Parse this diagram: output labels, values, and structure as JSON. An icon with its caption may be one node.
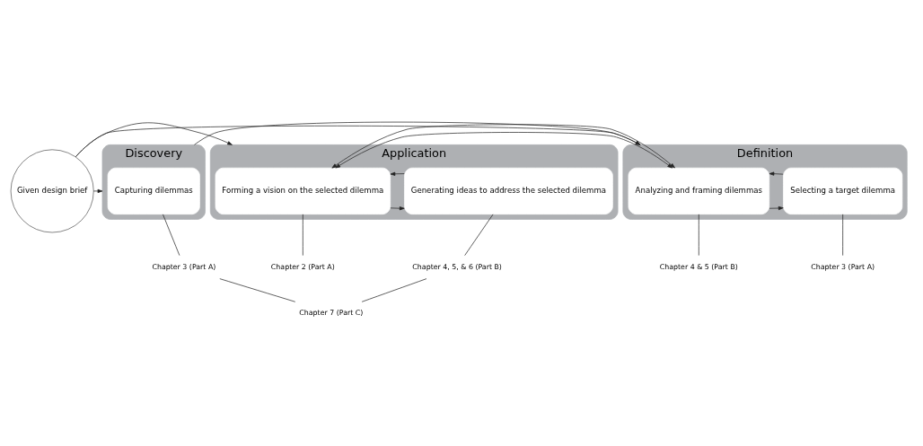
{
  "diagram": {
    "nodes": [
      {
        "text": [
          "Given design brief"
        ]
      },
      {
        "text": [
          "Discovery"
        ]
      },
      {
        "text": [
          "Capturing dilemmas"
        ],
        "in": 1
      },
      {
        "text": [
          "Definition"
        ]
      },
      {
        "text": [
          "Analyzing and framing dilemmas"
        ],
        "in": 3
      },
      {
        "text": [
          "Selecting a target dilemma"
        ],
        "in": 3
      },
      {
        "text": [
          "Application"
        ]
      },
      {
        "text": [
          "Forming a vision on the selected dilemma"
        ],
        "in": 6
      },
      {
        "text": [
          "Generating ideas to address the selected dilemma"
        ],
        "in": 6
      },
      {
        "text": [
          "Chapter 3 (Part A)"
        ]
      },
      {
        "text": [
          "Chapter 4 & 5 (Part B)"
        ]
      },
      {
        "text": [
          "Chapter 3 (Part A)"
        ]
      },
      {
        "text": [
          "Chapter 2 (Part A)"
        ]
      },
      {
        "text": [
          "Chapter 4, 5, & 6 (Part B)"
        ]
      },
      {
        "text": [
          "Chapter 7 (Part C)"
        ]
      }
    ],
    "edges": [
      {
        "from": 0,
        "to": 1,
        "arrow": "to"
      },
      {
        "from": 0,
        "to": 3,
        "arrow": "to"
      },
      {
        "from": 0,
        "to": 6,
        "arrow": "to"
      },
      {
        "from": 1,
        "to": 3,
        "arrow": "to"
      },
      {
        "from": 4,
        "to": 5,
        "arrow": "to"
      },
      {
        "from": 5,
        "to": 4,
        "arrow": "to"
      },
      {
        "from": 3,
        "to": 6,
        "arrow": "both"
      },
      {
        "from": 7,
        "to": 8,
        "arrow": "to"
      },
      {
        "from": 8,
        "to": 7,
        "arrow": "to"
      },
      {
        "from": 2,
        "to": 9,
        "arrow": "none"
      },
      {
        "from": 4,
        "to": 10,
        "arrow": "none"
      },
      {
        "from": 5,
        "to": 11,
        "arrow": "none"
      },
      {
        "from": 7,
        "to": 12,
        "arrow": "none"
      },
      {
        "from": 8,
        "to": 13,
        "arrow": "none"
      },
      {
        "from": 9,
        "to": 14,
        "arrow": "none"
      },
      {
        "from": 13,
        "to": 14,
        "arrow": "none"
      }
    ]
  }
}
